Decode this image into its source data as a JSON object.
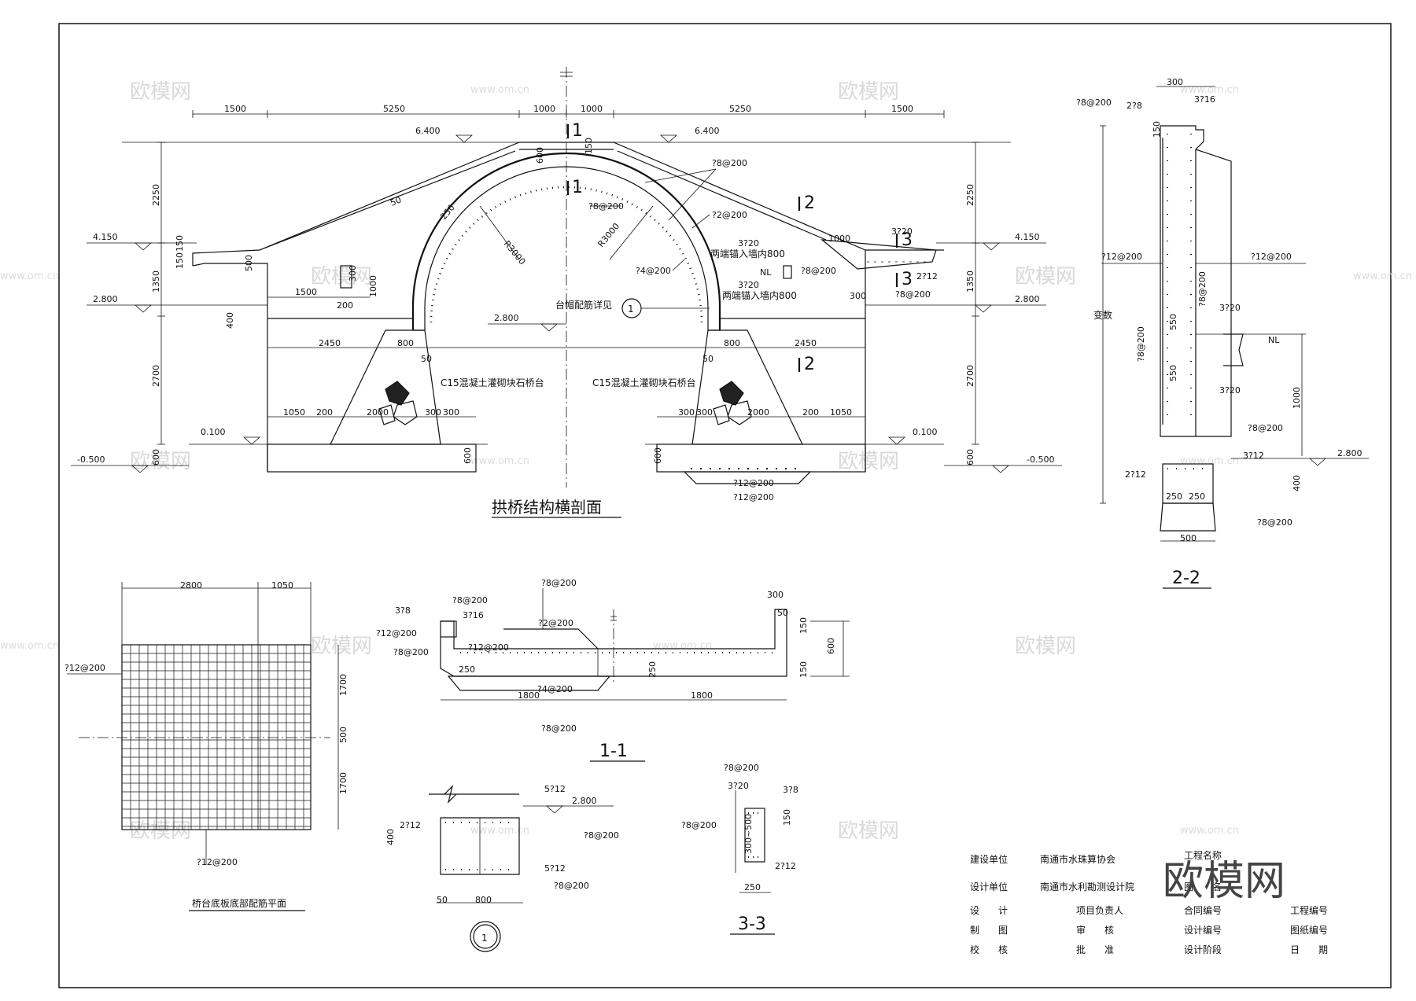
{
  "watermarks": {
    "brand": "欧模网",
    "url": "www.om.cn",
    "corner_logo": "欧模网"
  },
  "main_section": {
    "title": "拱桥结构横剖面",
    "dims_top": [
      "1500",
      "5250",
      "1000",
      "1000",
      "5250",
      "1500"
    ],
    "elev_deck_left": "6.400",
    "elev_deck_right": "6.400",
    "elev_left_1": "4.150",
    "elev_right_1": "4.150",
    "elev_left_2": "2.800",
    "elev_right_2": "2.800",
    "elev_center": "2.800",
    "elev_ground_left": "0.100",
    "elev_ground_right": "0.100",
    "elev_base_left": "-0.500",
    "elev_base_right": "-0.500",
    "left_vert_dims": [
      "2250",
      "1350",
      "2700",
      "600"
    ],
    "right_vert_dims": [
      "2250",
      "1350",
      "2700",
      "600"
    ],
    "small_left_dims": [
      "150",
      "150"
    ],
    "arch_radius_left": "R3000",
    "arch_radius_right": "R3000",
    "arch_thick_left": "250",
    "arch_thick_deck": "150",
    "deck_thick_left": "50",
    "crown_dim": "600",
    "dim_500": "500",
    "dim_1500_mid": "1500",
    "dim_1000_mid": "1000",
    "dim_300_box": "300",
    "dim_200_box": "200",
    "dim_400": "400",
    "dim_2450_left": "2450",
    "dim_800_left": "800",
    "dim_800_right": "800",
    "dim_2450_right": "2450",
    "dim_50_left": "50",
    "dim_50_right": "50",
    "abutment_left": "C15混凝土灌砌块石桥台",
    "abutment_right": "C15混凝土灌砌块石桥台",
    "base_left_dims": [
      "1050",
      "200",
      "2000",
      "300",
      "300"
    ],
    "base_right_dims": [
      "300",
      "300",
      "2000",
      "200",
      "1050"
    ],
    "base_600_left": "600",
    "base_600_right": "600",
    "rebar_arch_1": "?8@200",
    "rebar_arch_2": "?8@200",
    "rebar_arch_3": "?2@200",
    "rebar_arch_4": "?4@200",
    "rebar_320_a": "3?20",
    "anchor_note_a": "两端锚入墙内800",
    "rebar_320_b": "3?20",
    "anchor_note_b": "两端锚入墙内800",
    "nl_label": "NL",
    "rebar_8200_nl": "?8@200",
    "rebar_320_c": "3?20",
    "rebar_212": "2?12",
    "rebar_8200_c": "?8@200",
    "dim_300_right": "300",
    "dim_1000_right": "1000",
    "detail_note": "台帽配筋详见",
    "detail_ref": "1",
    "base_rebar_1": "?12@200",
    "base_rebar_2": "?12@200",
    "cut_1a": "1",
    "cut_1b": "1",
    "cut_2a": "2",
    "cut_2b": "2",
    "cut_3a": "3",
    "cut_3b": "3"
  },
  "section_2_2": {
    "title": "2-2",
    "dim_top": "300",
    "rebar_8200_top": "?8@200",
    "rebar_28": "2?8",
    "rebar_316": "3?16",
    "dim_150": "150",
    "rebar_12_left": "?12@200",
    "rebar_12_right": "?12@200",
    "var_label": "变数",
    "rebar_vert_1": "?8@200",
    "rebar_vert_2": "?8@200",
    "rebar_320_top": "3?20",
    "dim_550_a": "550",
    "nl_label": "NL",
    "dim_550_b": "550",
    "rebar_320_bot": "3?20",
    "dim_1000": "1000",
    "rebar_8200_low": "?8@200",
    "rebar_312": "3?12",
    "elev_2800": "2.800",
    "rebar_212": "2?12",
    "dim_400": "400",
    "dim_250_a": "250",
    "dim_250_b": "250",
    "rebar_8200_bot": "?8@200",
    "dim_500": "500"
  },
  "plan_view": {
    "title": "桥台底板底部配筋平面",
    "dim_2800": "2800",
    "dim_1050": "1050",
    "rebar_left": "?12@200",
    "rebar_bottom": "?12@200",
    "dim_1700_a": "1700",
    "dim_500": "500",
    "dim_1700_b": "1700"
  },
  "section_1_1": {
    "title": "1-1",
    "rebar_38": "3?8",
    "rebar_8200_a": "?8@200",
    "rebar_316": "3?16",
    "rebar_12200_a": "?12@200",
    "rebar_8200_b": "?8@200",
    "rebar_12200_b": "?12@200",
    "dim_250_a": "250",
    "rebar_8200_top": "?8@200",
    "rebar_2200": "?2@200",
    "dim_250_b": "250",
    "rebar_4200": "?4@200",
    "dim_300": "300",
    "dim_50": "50",
    "dim_150_a": "150",
    "dim_600": "600",
    "dim_150_b": "150",
    "dim_1800_a": "1800",
    "dim_1800_b": "1800",
    "rebar_8200_bot": "?8@200"
  },
  "detail_1": {
    "ref": "1",
    "rebar_512_top": "5?12",
    "elev_2800": "2.800",
    "rebar_212": "2?12",
    "dim_400": "400",
    "rebar_8200_a": "?8@200",
    "rebar_512_bot": "5?12",
    "rebar_8200_b": "?8@200",
    "dim_50": "50",
    "dim_800": "800"
  },
  "section_3_3": {
    "title": "3-3",
    "rebar_8200_a": "?8@200",
    "rebar_320": "3?20",
    "rebar_38": "3?8",
    "rebar_8200_b": "?8@200",
    "dim_300_500": "300~500",
    "dim_150": "150",
    "rebar_212": "2?12",
    "dim_250": "250"
  },
  "title_block": {
    "client_label": "建设单位",
    "client_value": "南通市水珠算协会",
    "designer_label": "设计单位",
    "designer_value": "南通市水利勘测设计院",
    "project_name_label": "工程名称",
    "drawing_name_label": "图　　名",
    "design_label": "设　　计",
    "project_lead_label": "项目负责人",
    "contract_no_label": "合同编号",
    "project_no_label": "工程编号",
    "draw_label": "制　　图",
    "review_label": "审　　核",
    "design_no_label": "设计编号",
    "drawing_no_label": "图纸编号",
    "check_label": "校　　核",
    "approve_label": "批　　准",
    "design_stage_label": "设计阶段",
    "date_label": "日　　期"
  }
}
